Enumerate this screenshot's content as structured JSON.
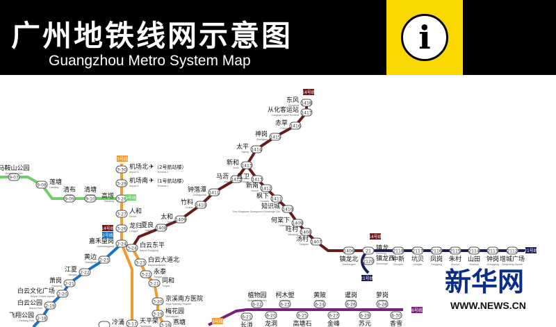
{
  "header": {
    "title_zh": "广州地铁线网示意图",
    "title_en": "Guangzhou Metro System Map",
    "info_icon": "info-icon"
  },
  "colors": {
    "line14": "#6a1a1a",
    "line21": "#1a1f5a",
    "line3": "#f39a2e",
    "line2": "#1572c8",
    "line9": "#6fcf6a",
    "line6": "#7a1f7a",
    "station_fill": "#ffffff",
    "text": "#111111",
    "watermark": "#0a2c8a"
  },
  "line_badges": [
    {
      "id": "line14-top",
      "label": "14号线",
      "color": "#6a1a1a"
    },
    {
      "id": "line3",
      "label": "3号线",
      "color": "#f39a2e"
    },
    {
      "id": "line9",
      "label": "9号线",
      "color": "#6fcf6a"
    },
    {
      "id": "line14-left",
      "label": "14号线",
      "color": "#6a1a1a"
    },
    {
      "id": "line2",
      "label": "2号线",
      "color": "#1572c8"
    },
    {
      "id": "line14-right",
      "label": "14号线",
      "color": "#6a1a1a"
    },
    {
      "id": "line21-right",
      "label": "21号线",
      "color": "#1a1f5a"
    },
    {
      "id": "line21-bottom",
      "label": "21号线",
      "color": "#1a1f5a"
    },
    {
      "id": "line6",
      "label": "6号线",
      "color": "#7a1f7a"
    },
    {
      "id": "line3b",
      "label": "3号线",
      "color": "#f39a2e"
    }
  ],
  "stations": [
    {
      "id": "dongfeng",
      "name": "东风",
      "en": "Dongfeng",
      "code": "1418"
    },
    {
      "id": "conghua",
      "name": "从化客运站",
      "en": "Conghua Coach Terminal",
      "code": "1417"
    },
    {
      "id": "chicao",
      "name": "赤草",
      "en": "Chicao",
      "code": "1416"
    },
    {
      "id": "shengang",
      "name": "神岗",
      "en": "Shengang",
      "code": "1415"
    },
    {
      "id": "taiping",
      "name": "太平",
      "en": "Taiping",
      "code": "1414"
    },
    {
      "id": "xinhe",
      "name": "新和",
      "en": "Xinhe",
      "code": "1413"
    },
    {
      "id": "majing",
      "name": "马沥",
      "en": "Mali",
      "code": "1412"
    },
    {
      "id": "zhongluotan",
      "name": "钟落潭",
      "en": "Zhongluotan",
      "code": "1411"
    },
    {
      "id": "zhuliao",
      "name": "竹料",
      "en": "Zhuliao",
      "code": "1410"
    },
    {
      "id": "taihe",
      "name": "太和",
      "en": "Taihe",
      "code": "1409"
    },
    {
      "id": "xialiang",
      "name": "夏良",
      "en": "Xialiang",
      "code": "1408"
    },
    {
      "id": "hongwei",
      "name": "红卫",
      "en": "Hongwei",
      "code": "1413"
    },
    {
      "id": "xinnan",
      "name": "新南",
      "en": "Xinnan",
      "code": "1412"
    },
    {
      "id": "fengxia",
      "name": "枫下",
      "en": "Fengxia",
      "code": "1411"
    },
    {
      "id": "zhishicheng",
      "name": "知识城",
      "en": "Sino-Singapore Guangzhou Knowledge City",
      "code": "1410"
    },
    {
      "id": "heshangxia",
      "name": "何棠下",
      "en": "Hetangxia",
      "code": "1409"
    },
    {
      "id": "wangcun",
      "name": "旺村",
      "en": "Wangcun",
      "code": "1408"
    },
    {
      "id": "tangcun",
      "name": "汤村",
      "en": "Tangcun",
      "code": "1407"
    },
    {
      "id": "zhenlongbei",
      "name": "镇龙北",
      "en": "Zhenlongbei",
      "code": "1406"
    },
    {
      "id": "zhenlong",
      "name": "镇龙",
      "en": "Zhenlong",
      "code": "21"
    },
    {
      "id": "zhenlongxi",
      "name": "镇龙西",
      "en": "Zhenlongxi",
      "code": "2120"
    },
    {
      "id": "zhongxin",
      "name": "中新",
      "en": "Zhongxin",
      "code": "2118"
    },
    {
      "id": "kengbei",
      "name": "坑贝",
      "en": "Kengbei",
      "code": "2117"
    },
    {
      "id": "fengang",
      "name": "凤岗",
      "en": "Fenggang",
      "code": "2116"
    },
    {
      "id": "zhucun",
      "name": "朱村",
      "en": "Zhucun",
      "code": "2115"
    },
    {
      "id": "shantian",
      "name": "山田",
      "en": "Shantian",
      "code": "2114"
    },
    {
      "id": "zhonggang",
      "name": "钟岗",
      "en": "Zhonggang",
      "code": "2113"
    },
    {
      "id": "zengcheng",
      "name": "增城广场",
      "en": "Zengcheng Square",
      "code": "2112"
    },
    {
      "id": "jichangbei",
      "name": "机场北",
      "en": "Airport N.",
      "code": "3-30",
      "note": "（2号航站楼）",
      "note_en": "Terminal 2"
    },
    {
      "id": "jichangnan",
      "name": "机场南",
      "en": "Airport S.",
      "code": "3-29",
      "note": "（1号航站楼）",
      "note_en": "Terminal 1"
    },
    {
      "id": "gaozeng",
      "name": "高增",
      "en": "Gaozeng",
      "code": "3-28"
    },
    {
      "id": "renhe",
      "name": "人和",
      "en": "Renhe",
      "code": "3-27"
    },
    {
      "id": "longgui",
      "name": "龙归",
      "en": "Longgui",
      "code": "3-26"
    },
    {
      "id": "jiahewanggang",
      "name": "嘉禾望岗",
      "en": "Jiahewanggang",
      "code": "2-24"
    },
    {
      "id": "baiyundongping",
      "name": "白云东平",
      "en": "Baiyun Dongping",
      "code": "3-24"
    },
    {
      "id": "baiyundadaobei",
      "name": "白云大道北",
      "en": "Baiyundadaobei",
      "code": "3-23"
    },
    {
      "id": "yongtai",
      "name": "永泰",
      "en": "Yongtai",
      "code": "3-22"
    },
    {
      "id": "tonghe",
      "name": "同和",
      "en": "Tonghe",
      "code": "3-21"
    },
    {
      "id": "jingxi",
      "name": "京溪南方医院",
      "en": "Jingxi Nanfang Hospital",
      "code": "3-20"
    },
    {
      "id": "meihuayuan",
      "name": "梅花园",
      "en": "Meihuayuan",
      "code": "3-19"
    },
    {
      "id": "yanta",
      "name": "燕塘",
      "en": "Yantang",
      "code": "3-18"
    },
    {
      "id": "tianpingjia",
      "name": "天平架",
      "en": "Tianpingjia",
      "code": "3-17"
    },
    {
      "id": "huangbian",
      "name": "黄边",
      "en": "Huangbian",
      "code": "2-23"
    },
    {
      "id": "jiangxia",
      "name": "江夏",
      "en": "Jiangxia",
      "code": "2-22"
    },
    {
      "id": "xiaogang",
      "name": "萧岗",
      "en": "Xiaogang",
      "code": "2-21"
    },
    {
      "id": "baiyunwenhua",
      "name": "白云文化广场",
      "en": "Baiyun Culture Square",
      "code": "2-20"
    },
    {
      "id": "baiyungongyuan",
      "name": "白云公园",
      "en": "Baiyun Park",
      "code": "2-19"
    },
    {
      "id": "feixiang",
      "name": "飞翔公园",
      "en": "Feixiang Park",
      "code": "2-18"
    },
    {
      "id": "maanshan",
      "name": "马鞍山公园",
      "en": "Ma'anshan Park",
      "code": "9-07"
    },
    {
      "id": "liantang",
      "name": "莲塘",
      "en": "Liantang",
      "code": "9-08"
    },
    {
      "id": "qingbu",
      "name": "清布",
      "en": "Qingbu",
      "code": "9-09"
    },
    {
      "id": "qingtang",
      "name": "清塘",
      "en": "Qingtang",
      "code": "9-10"
    },
    {
      "id": "zhiwuyuan",
      "name": "植物园",
      "en": "Botanical Garden",
      "code": "6-22"
    },
    {
      "id": "kemulang",
      "name": "柯木塱",
      "en": "Kemulang",
      "code": "6-23"
    },
    {
      "id": "huangpi",
      "name": "黄陂",
      "en": "Huangpi",
      "code": "6-24"
    },
    {
      "id": "gaotanshi",
      "name": "高塘石",
      "en": "Gaotangshi",
      "code": "6-25"
    },
    {
      "id": "shagang",
      "name": "暹岗",
      "en": "Xiangang",
      "code": "6-26"
    },
    {
      "id": "luogang",
      "name": "萝岗",
      "en": "Luogang",
      "code": "6-28"
    },
    {
      "id": "changban",
      "name": "长湴",
      "en": "Changban",
      "code": "6-21"
    },
    {
      "id": "longdong",
      "name": "龙洞",
      "en": "Longdong",
      "code": "6-20"
    },
    {
      "id": "jinfeng",
      "name": "金峰",
      "en": "Jinfeng",
      "code": "6-27"
    },
    {
      "id": "suyuan",
      "name": "苏元",
      "en": "Suyuan",
      "code": "6-29"
    },
    {
      "id": "xiangxue",
      "name": "香雪",
      "en": "Xiangxue",
      "code": "6-30"
    },
    {
      "id": "lengyong",
      "name": "冷涌",
      "en": "Lengyong",
      "code": ""
    }
  ],
  "watermark": {
    "brand": "新华网",
    "url": "WWW.NEWS.CN"
  }
}
